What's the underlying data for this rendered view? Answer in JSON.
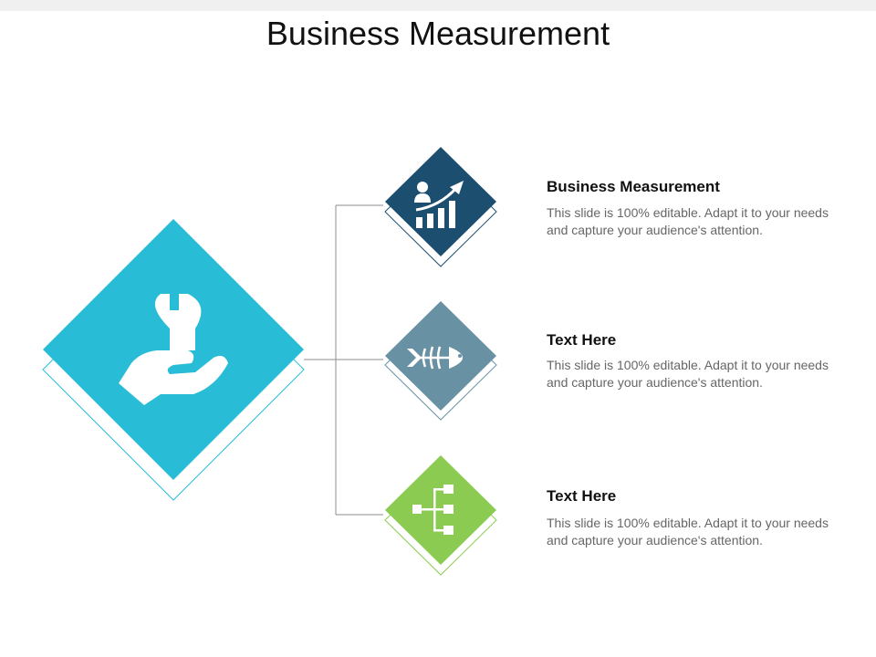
{
  "slide": {
    "title": "Business Measurement"
  },
  "colors": {
    "main": "#29bcd6",
    "item1": "#1c4e70",
    "item2": "#6891a4",
    "item3": "#8ccb52",
    "connector": "#8c8c8c"
  },
  "items": [
    {
      "title": "Business Measurement",
      "description": "This slide is 100% editable. Adapt it to your needs and capture your audience's attention.",
      "icon": "growth-chart-icon"
    },
    {
      "title": "Text Here",
      "description": "This slide is 100% editable. Adapt it to your needs and capture your audience's attention.",
      "icon": "fish-bone-icon"
    },
    {
      "title": "Text Here",
      "description": "This slide is 100% editable. Adapt it to your needs and capture your audience's attention.",
      "icon": "hierarchy-icon"
    }
  ],
  "main_icon": "wrench-hand-icon"
}
